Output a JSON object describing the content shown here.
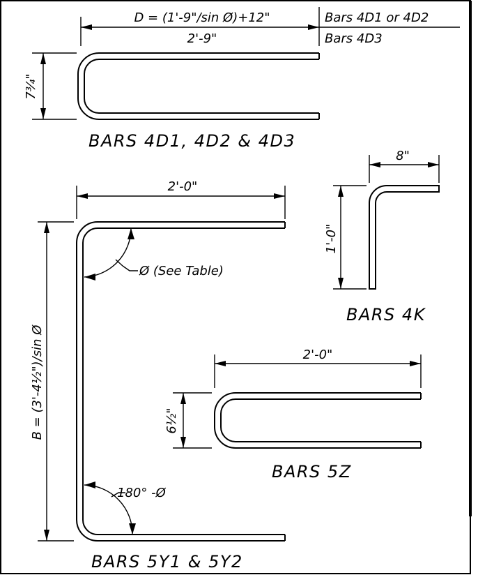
{
  "header": {
    "formula_d": "D  =  (1'-9\"/sin Ø)+12\"",
    "bars_4d1_4d2": "Bars 4D1 or 4D2",
    "length_4d3": "2'-9\"",
    "bars_4d3": "Bars 4D3"
  },
  "bars_4d": {
    "height_label": "7¾\"",
    "title": "BARS 4D1, 4D2 & 4D3"
  },
  "bars_4k": {
    "width_label": "8\"",
    "height_label": "1'-0\"",
    "title": "BARS 4K"
  },
  "bars_5y": {
    "top_width_label": "2'-0\"",
    "formula_b": "B = (3'-4½\")/sin Ø",
    "angle_note": "Ø (See Table)",
    "bottom_angle_note": "180° -Ø",
    "title": "BARS 5Y1 & 5Y2"
  },
  "bars_5z": {
    "width_label": "2'-0\"",
    "height_label": "6½\"",
    "title": "BARS 5Z"
  }
}
